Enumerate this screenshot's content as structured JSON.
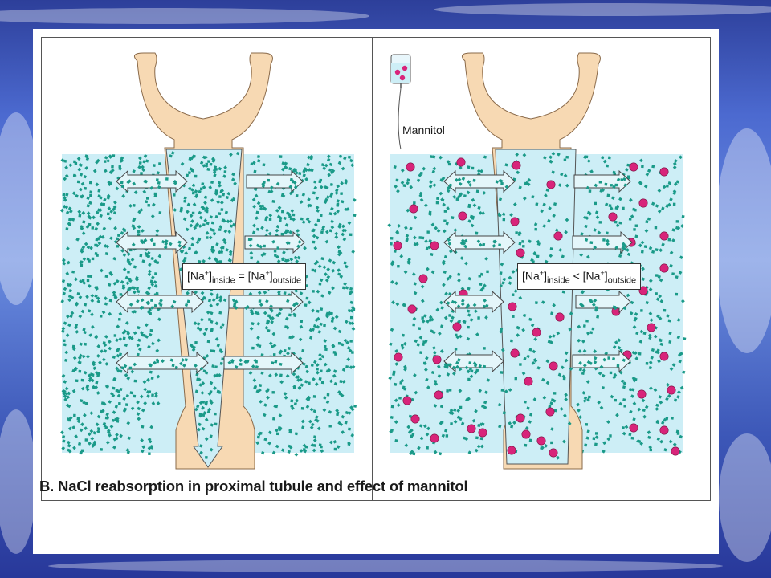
{
  "caption": "B. NaCl reabsorption in proximal tubule and effect of mannitol",
  "left_panel": {
    "label": {
      "open": "[Na",
      "plus": "+",
      "close_inside": "]",
      "sub_inside": "inside",
      "relation": " = ",
      "open2": "[Na",
      "plus2": "+",
      "close_outside": "]",
      "sub_outside": "outside"
    }
  },
  "right_panel": {
    "mannitol": "Mannitol",
    "label": {
      "open": "[Na",
      "plus": "+",
      "close_inside": "]",
      "sub_inside": "inside",
      "relation": " < ",
      "open2": "[Na",
      "plus2": "+",
      "close_outside": "]",
      "sub_outside": "outside"
    }
  },
  "colors": {
    "interstitium": "#cdeef6",
    "tubule_wall": "#f7d9b3",
    "na_dot": "#1a9a88",
    "mannitol_dot": "#d8247a",
    "arrow_fill": "#e4f6fa"
  }
}
